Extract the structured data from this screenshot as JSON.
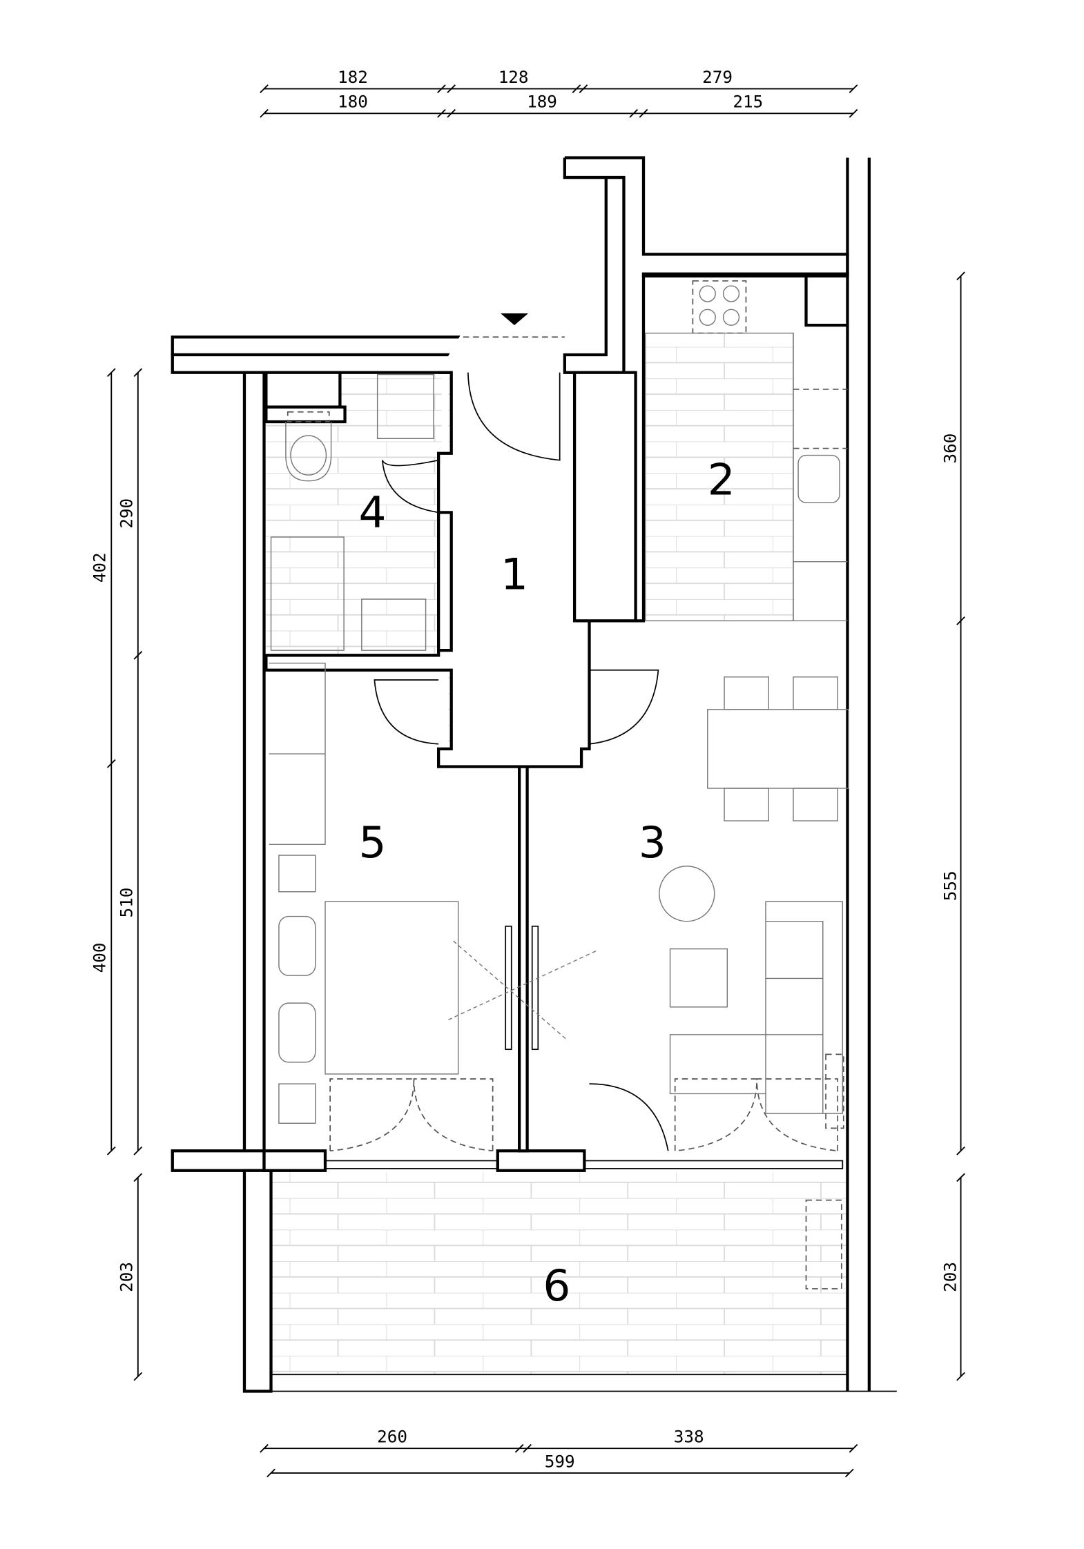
{
  "rooms": {
    "r1": "1",
    "r2": "2",
    "r3": "3",
    "r4": "4",
    "r5": "5",
    "r6": "6"
  },
  "dimensions": {
    "top_row1": [
      "182",
      "128",
      "279"
    ],
    "top_row2": [
      "180",
      "189",
      "215"
    ],
    "left_outer": [
      "402",
      "400"
    ],
    "left_inner": [
      "290",
      "510",
      "203"
    ],
    "right": [
      "360",
      "555",
      "203"
    ],
    "bottom_row1": [
      "260",
      "338"
    ],
    "bottom_total": "599"
  },
  "colors": {
    "wall": "#000000",
    "tile": "#d8d8d8",
    "furniture": "#777777"
  }
}
